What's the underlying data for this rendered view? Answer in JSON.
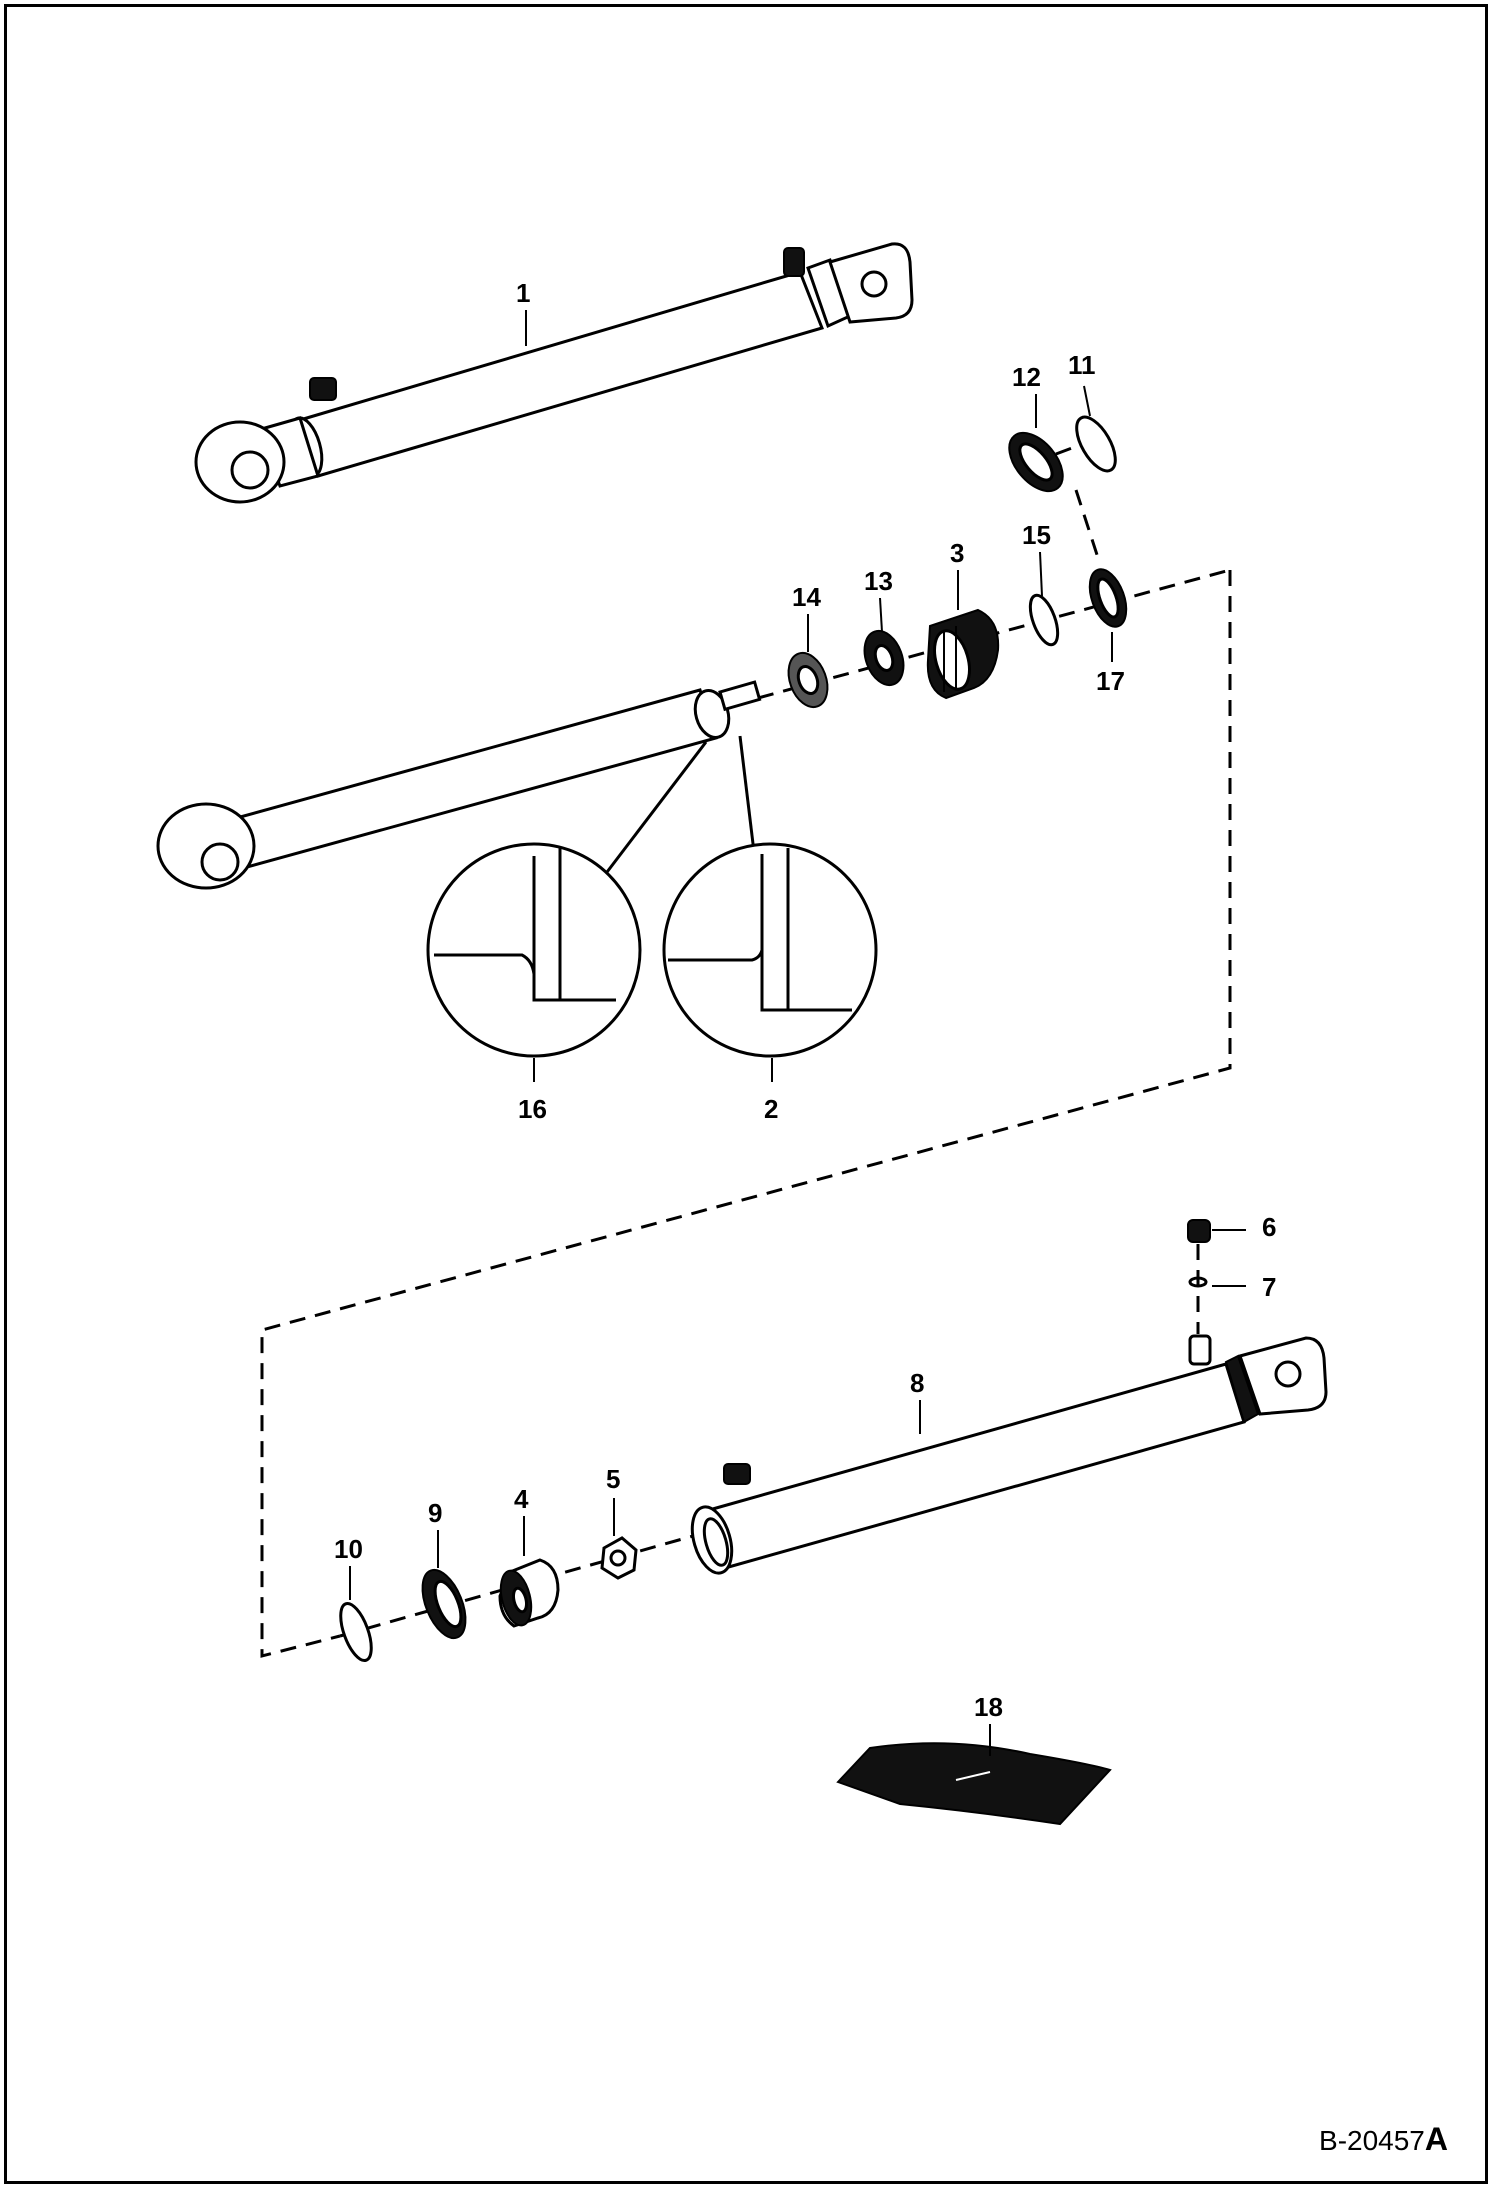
{
  "callouts": {
    "c1": "1",
    "c2": "2",
    "c3": "3",
    "c4": "4",
    "c5": "5",
    "c6": "6",
    "c7": "7",
    "c8": "8",
    "c9": "9",
    "c10": "10",
    "c11": "11",
    "c12": "12",
    "c13": "13",
    "c14": "14",
    "c15": "15",
    "c16": "16",
    "c17": "17",
    "c18": "18"
  },
  "figure_code": {
    "number": "B-20457",
    "revision": "A"
  },
  "colors": {
    "line": "#000000",
    "background": "#ffffff"
  }
}
